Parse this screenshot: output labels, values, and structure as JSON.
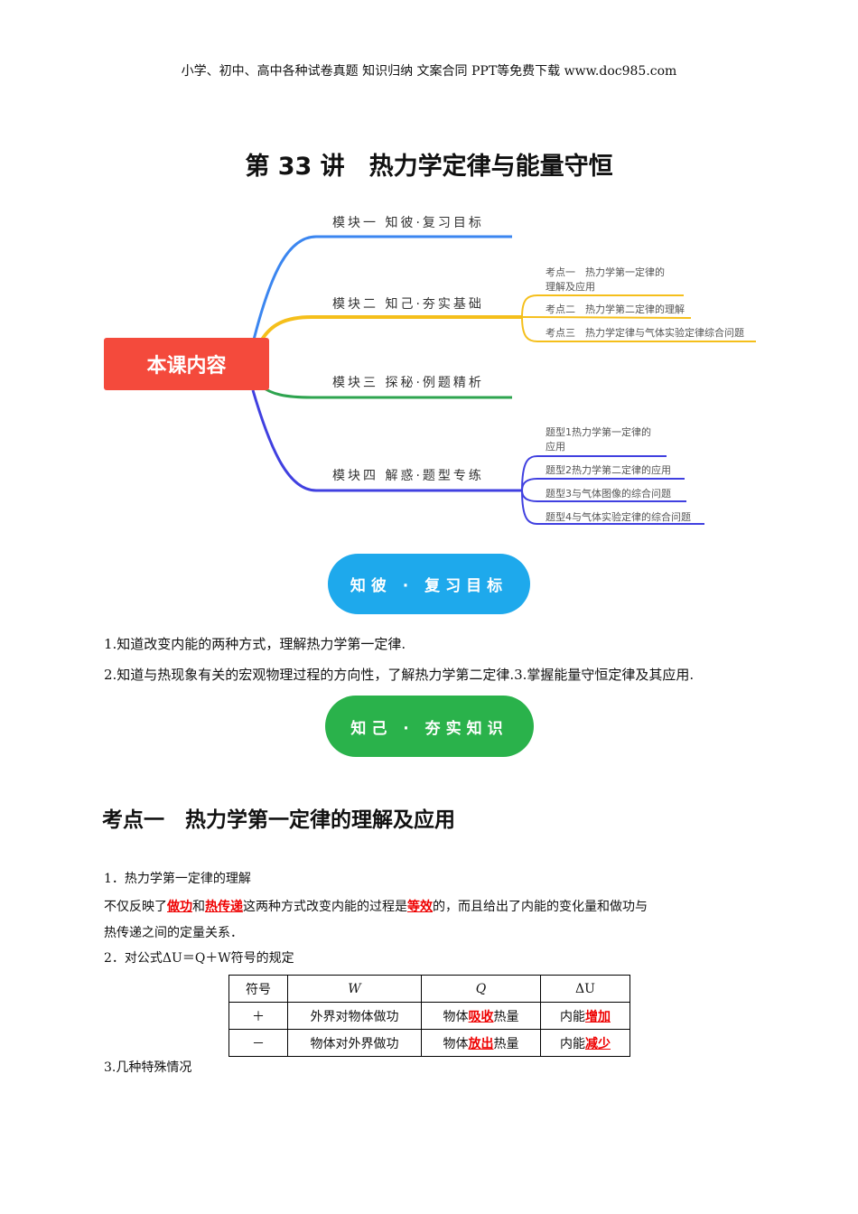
{
  "header": "小学、初中、高中各种试卷真题  知识归纳  文案合同  PPT等免费下载     www.doc985.com",
  "title": "第 33 讲　热力学定律与能量守恒",
  "mindmap": {
    "root": "本课内容",
    "modules": [
      "模块一  知彼·复习目标",
      "模块二  知己·夯实基础",
      "模块三  探秘·例题精析",
      "模块四  解惑·题型专练"
    ],
    "module2_children": [
      "考点一　热力学第一定律的",
      "理解及应用",
      "考点二　热力学第二定律的理解",
      "考点三　热力学定律与气体实验定律综合问题"
    ],
    "module4_children": [
      "题型1热力学第一定律的",
      "应用",
      "题型2热力学第二定律的应用",
      "题型3与气体图像的综合问题",
      "题型4与气体实验定律的综合问题"
    ],
    "colors": {
      "root": "#f44a3c",
      "m1": "#3b86f0",
      "m2": "#f5bf1b",
      "m3": "#2ea44f",
      "m4": "#4040e0"
    }
  },
  "pill1": "知彼 · 复习目标",
  "goals": [
    "1.知道改变内能的两种方式，理解热力学第一定律.",
    "2.知道与热现象有关的宏观物理过程的方向性，了解热力学第二定律.3.掌握能量守恒定律及其应用."
  ],
  "pill2": "知己 · 夯实知识",
  "section_heading": "考点一　热力学第一定律的理解及应用",
  "p1_title": "1．热力学第一定律的理解",
  "p1": {
    "a": "不仅反映了",
    "b": "做功",
    "c": "和",
    "d": "热传递",
    "e": "这两种方式改变内能的过程是",
    "f": "等效",
    "g": "的，而且给出了内能的变化量和做功与",
    "h": "热传递之间的定量关系．"
  },
  "p2_title": "2．对公式ΔU＝Q＋W符号的规定",
  "table": {
    "headers": [
      "符号",
      "W",
      "Q",
      "ΔU"
    ],
    "rows": [
      {
        "sign": "＋",
        "w": "外界对物体做功",
        "q_pre": "物体",
        "q_key": "吸收",
        "q_post": "热量",
        "u_pre": "内能",
        "u_key": "增加"
      },
      {
        "sign": "－",
        "w": "物体对外界做功",
        "q_pre": "物体",
        "q_key": "放出",
        "q_post": "热量",
        "u_pre": "内能",
        "u_key": "减少"
      }
    ]
  },
  "p3_title": "3.几种特殊情况"
}
